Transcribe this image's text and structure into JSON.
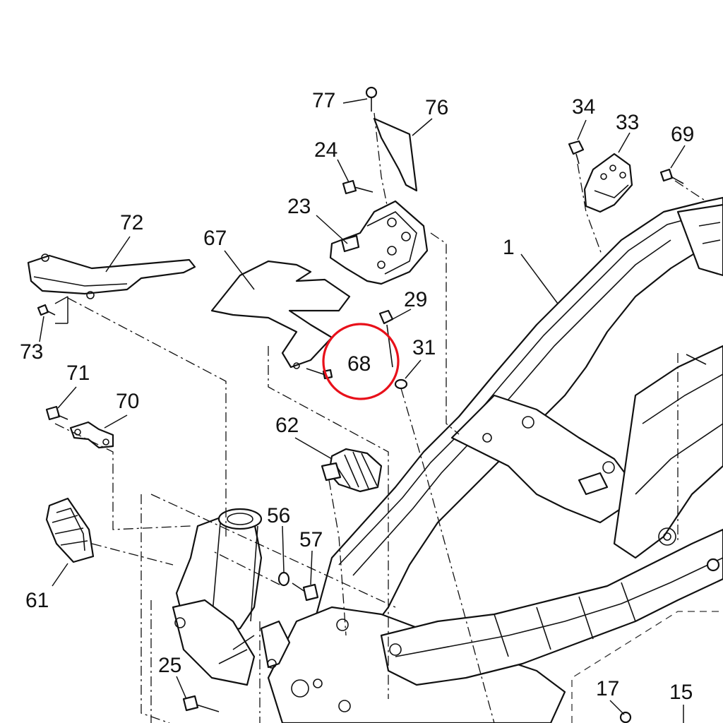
{
  "diagram": {
    "callouts": [
      "1",
      "15",
      "17",
      "23",
      "24",
      "25",
      "29",
      "31",
      "33",
      "34",
      "56",
      "57",
      "61",
      "62",
      "67",
      "68",
      "69",
      "70",
      "71",
      "72",
      "73",
      "76",
      "77"
    ],
    "highlighted_callout": "68",
    "highlight_color": "#e8101a",
    "line_color": "#111111"
  }
}
